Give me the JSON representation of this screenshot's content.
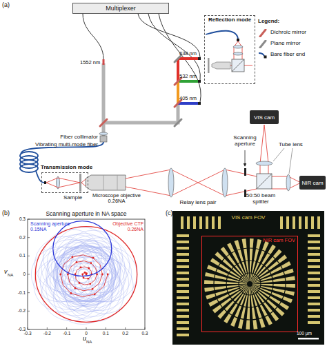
{
  "diagram": {
    "nodes": [
      {
        "text": [
          "Multiplexer"
        ]
      },
      {
        "text": [
          "Reflection mode"
        ]
      },
      {
        "text": [
          "Transmission mode"
        ]
      },
      {
        "text": [
          "VIS cam"
        ]
      },
      {
        "text": [
          "NIR cam"
        ]
      },
      {
        "text": [
          "VIS cam FOV"
        ]
      },
      {
        "text": [
          "NIR cam FOV"
        ],
        "in": 5
      }
    ],
    "labels": [
      "(a)",
      "638 nm",
      "532 nm",
      "405 nm",
      "1552 nm",
      "Fiber collimator",
      "Vibrating multi-mode fiber",
      "Legend:",
      "Sample",
      "Microscope objective 0.26NA",
      "Relay lens pair",
      "Scanning aperture",
      "Tube lens",
      "50:50 beam splitter",
      "(b)",
      "Scanning aperture in NA space",
      "Scanning aperture 0.15NA",
      "Objective CTF 0.26NA",
      "v",
      "NA",
      "u",
      "NA",
      "0.3",
      "0.2",
      "0.1",
      "0",
      "-0.1",
      "-0.2",
      "-0.3",
      "-0.3",
      "-0.2",
      "-0.1",
      "0",
      "0.1",
      "0.2",
      "0.3",
      "(c)",
      "100 µm"
    ],
    "legend": [
      {
        "text": "Dichroic mirror"
      },
      {
        "text": "Plane mirror"
      },
      {
        "text": "Bare fiber end"
      }
    ]
  }
}
